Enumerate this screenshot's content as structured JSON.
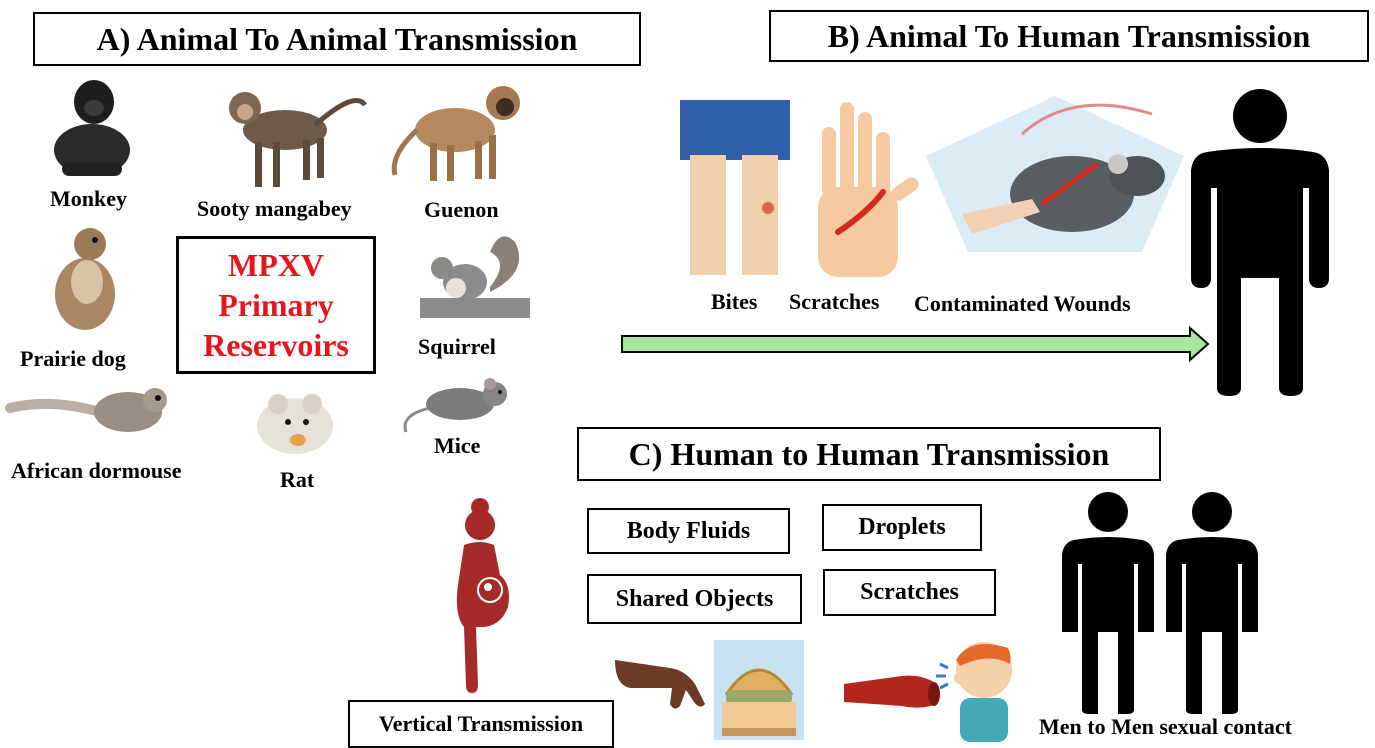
{
  "panels": {
    "a_title": "A) Animal To Animal Transmission",
    "b_title": "B) Animal To Human Transmission",
    "c_title": "C) Human to Human Transmission"
  },
  "animals": {
    "monkey": "Monkey",
    "sooty_mangabey": "Sooty mangabey",
    "guenon": "Guenon",
    "prairie_dog": "Prairie dog",
    "squirrel": "Squirrel",
    "african_dormouse": "African dormouse",
    "rat": "Rat",
    "mice": "Mice"
  },
  "reservoir": {
    "line1": "MPXV",
    "line2": "Primary",
    "line3": "Reservoirs",
    "color": "#e8141c"
  },
  "animal_to_human": {
    "bites": "Bites",
    "scratches": "Scratches",
    "contaminated_wounds": "Contaminated Wounds",
    "arrow_color": "#a8e6a0"
  },
  "human_to_human": {
    "body_fluids": "Body Fluids",
    "droplets": "Droplets",
    "shared_objects": "Shared Objects",
    "scratches": "Scratches",
    "vertical_transmission": "Vertical Transmission",
    "men_to_men": "Men to Men sexual contact",
    "pregnant_color": "#a52a2a"
  }
}
